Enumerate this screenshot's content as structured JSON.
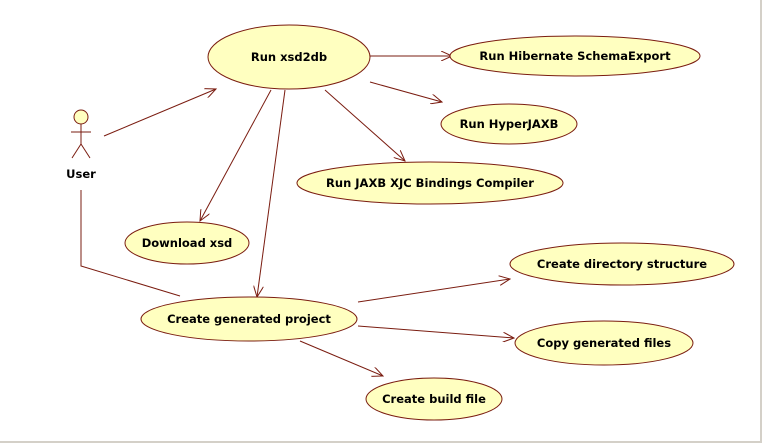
{
  "diagram": {
    "actor": {
      "label": "User"
    },
    "use_cases": {
      "run_xsd2db": "Run xsd2db",
      "run_hibernate": "Run Hibernate SchemaExport",
      "run_hyperjaxb": "Run HyperJAXB",
      "run_jaxb": "Run JAXB XJC Bindings Compiler",
      "download_xsd": "Download xsd",
      "create_project": "Create generated project",
      "create_dir": "Create directory structure",
      "copy_files": "Copy generated files",
      "create_build": "Create build file"
    },
    "colors": {
      "use_case_fill": "#ffffc0",
      "stroke": "#7a1c10",
      "actor_fill": "#ffffc0",
      "text": "#000000"
    }
  }
}
